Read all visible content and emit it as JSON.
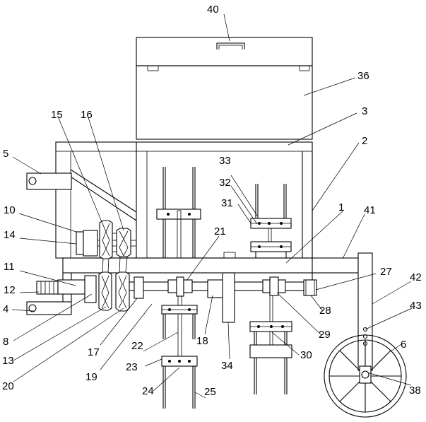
{
  "callouts": [
    {
      "id": "c1",
      "label": "1"
    },
    {
      "id": "c2",
      "label": "2"
    },
    {
      "id": "c3",
      "label": "3"
    },
    {
      "id": "c4",
      "label": "4"
    },
    {
      "id": "c5",
      "label": "5"
    },
    {
      "id": "c6",
      "label": "6"
    },
    {
      "id": "c8",
      "label": "8"
    },
    {
      "id": "c10",
      "label": "10"
    },
    {
      "id": "c11",
      "label": "11"
    },
    {
      "id": "c12",
      "label": "12"
    },
    {
      "id": "c13",
      "label": "13"
    },
    {
      "id": "c14",
      "label": "14"
    },
    {
      "id": "c15",
      "label": "15"
    },
    {
      "id": "c16",
      "label": "16"
    },
    {
      "id": "c17",
      "label": "17"
    },
    {
      "id": "c18",
      "label": "18"
    },
    {
      "id": "c19",
      "label": "19"
    },
    {
      "id": "c20",
      "label": "20"
    },
    {
      "id": "c21",
      "label": "21"
    },
    {
      "id": "c22",
      "label": "22"
    },
    {
      "id": "c23",
      "label": "23"
    },
    {
      "id": "c24",
      "label": "24"
    },
    {
      "id": "c25",
      "label": "25"
    },
    {
      "id": "c27",
      "label": "27"
    },
    {
      "id": "c28",
      "label": "28"
    },
    {
      "id": "c29",
      "label": "29"
    },
    {
      "id": "c30",
      "label": "30"
    },
    {
      "id": "c31",
      "label": "31"
    },
    {
      "id": "c32",
      "label": "32"
    },
    {
      "id": "c33",
      "label": "33"
    },
    {
      "id": "c34",
      "label": "34"
    },
    {
      "id": "c36",
      "label": "36"
    },
    {
      "id": "c38",
      "label": "38"
    },
    {
      "id": "c40",
      "label": "40"
    },
    {
      "id": "c41",
      "label": "41"
    },
    {
      "id": "c42",
      "label": "42"
    },
    {
      "id": "c43",
      "label": "43"
    }
  ]
}
